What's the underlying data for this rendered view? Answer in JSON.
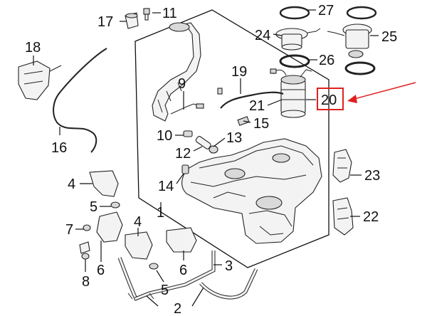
{
  "callouts": {
    "c1": "1",
    "c2": "2",
    "c3": "3",
    "c4a": "4",
    "c4b": "4",
    "c5a": "5",
    "c5b": "5",
    "c6a": "6",
    "c6b": "6",
    "c7": "7",
    "c8": "8",
    "c9": "9",
    "c10": "10",
    "c11": "11",
    "c12": "12",
    "c13": "13",
    "c14": "14",
    "c15": "15",
    "c16": "16",
    "c17": "17",
    "c18": "18",
    "c19": "19",
    "c20": "20",
    "c21": "21",
    "c22": "22",
    "c23": "23",
    "c24": "24",
    "c25": "25",
    "c26": "26",
    "c27": "27"
  },
  "highlight": {
    "part_number": "20",
    "box_color": "#e02020",
    "arrow_color": "#e02020"
  },
  "icons": {
    "tank": "fuel-tank-icon",
    "pump": "fuel-pump-module-icon",
    "filler": "filler-neck-icon"
  }
}
